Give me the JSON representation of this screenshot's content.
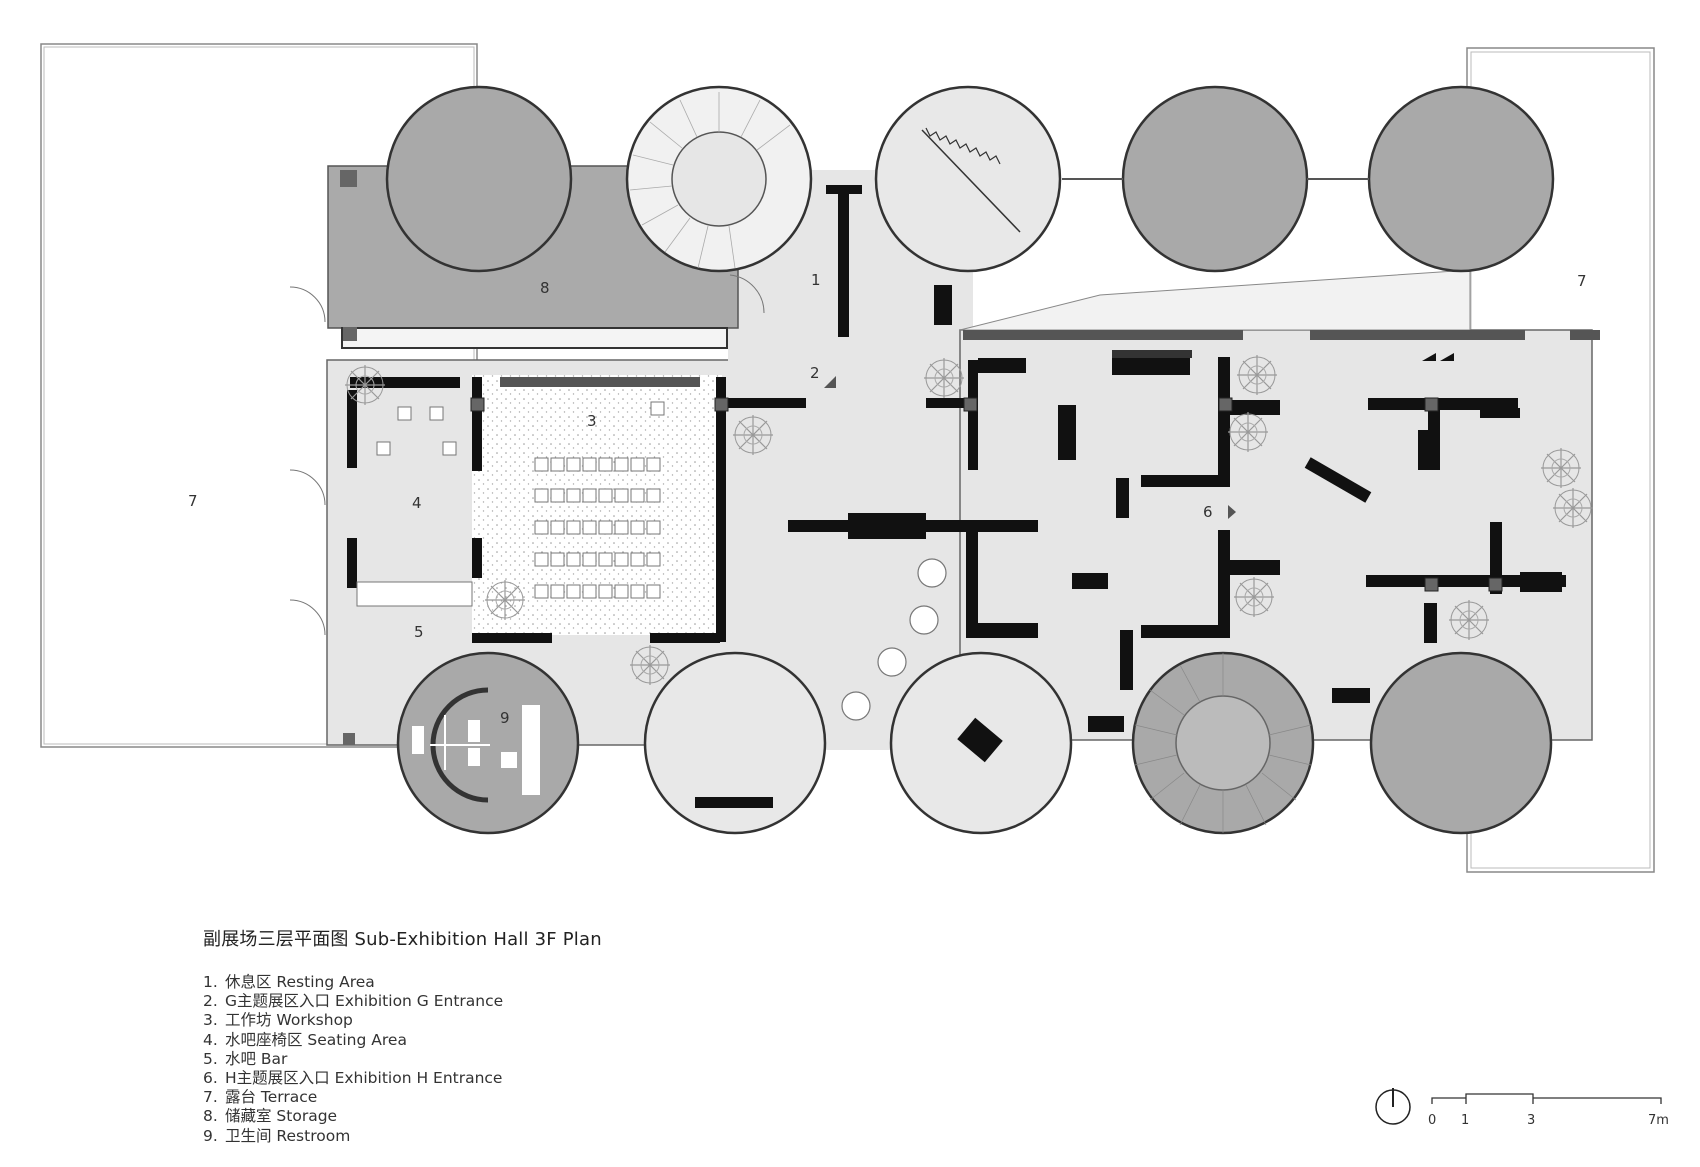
{
  "title": "副展场三层平面图 Sub-Exhibition Hall 3F Plan",
  "room_labels": [
    {
      "id": "1",
      "text": "1"
    },
    {
      "id": "2",
      "text": "2"
    },
    {
      "id": "3",
      "text": "3"
    },
    {
      "id": "4",
      "text": "4"
    },
    {
      "id": "5",
      "text": "5"
    },
    {
      "id": "6",
      "text": "6"
    },
    {
      "id": "7a",
      "text": "7"
    },
    {
      "id": "7b",
      "text": "7"
    },
    {
      "id": "8",
      "text": "8"
    },
    {
      "id": "9",
      "text": "9"
    }
  ],
  "legend": [
    {
      "num": "1.",
      "text": "休息区 Resting Area"
    },
    {
      "num": "2.",
      "text": "G主题展区入口 Exhibition G Entrance"
    },
    {
      "num": "3.",
      "text": "工作坊 Workshop"
    },
    {
      "num": "4.",
      "text": "水吧座椅区 Seating Area"
    },
    {
      "num": "5.",
      "text": "水吧 Bar"
    },
    {
      "num": "6.",
      "text": "H主题展区入口 Exhibition H Entrance"
    },
    {
      "num": "7.",
      "text": "露台 Terrace"
    },
    {
      "num": "8.",
      "text": "储藏室 Storage"
    },
    {
      "num": "9.",
      "text": "卫生间 Restroom"
    }
  ],
  "scale_bar": {
    "labels": [
      "0",
      "1",
      "3",
      "7m"
    ]
  },
  "colors": {
    "floor": "#e6e6e6",
    "tower": "#a9a9a9",
    "wall": "#111111",
    "storage": "#aaaaaa",
    "line": "#555555"
  },
  "icons": [
    "north-arrow-icon",
    "plant-icon",
    "stair-icon"
  ]
}
